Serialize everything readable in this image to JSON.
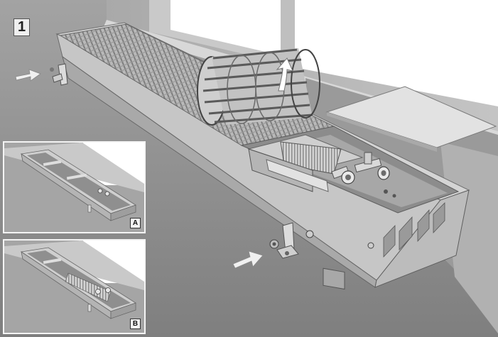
{
  "step": {
    "number": "1"
  },
  "insets": [
    {
      "label": "A"
    },
    {
      "label": "B"
    }
  ],
  "colors": {
    "floor": "#8f8f8f",
    "wall": "#bdbdbd",
    "window_glass": "#ffffff",
    "housing": "#d0d0d0",
    "grille": "#b8b8b8",
    "arrow": "#e6e6e6"
  },
  "icons": [
    "arrow-right-icon",
    "rotate-up-arrow-icon"
  ]
}
